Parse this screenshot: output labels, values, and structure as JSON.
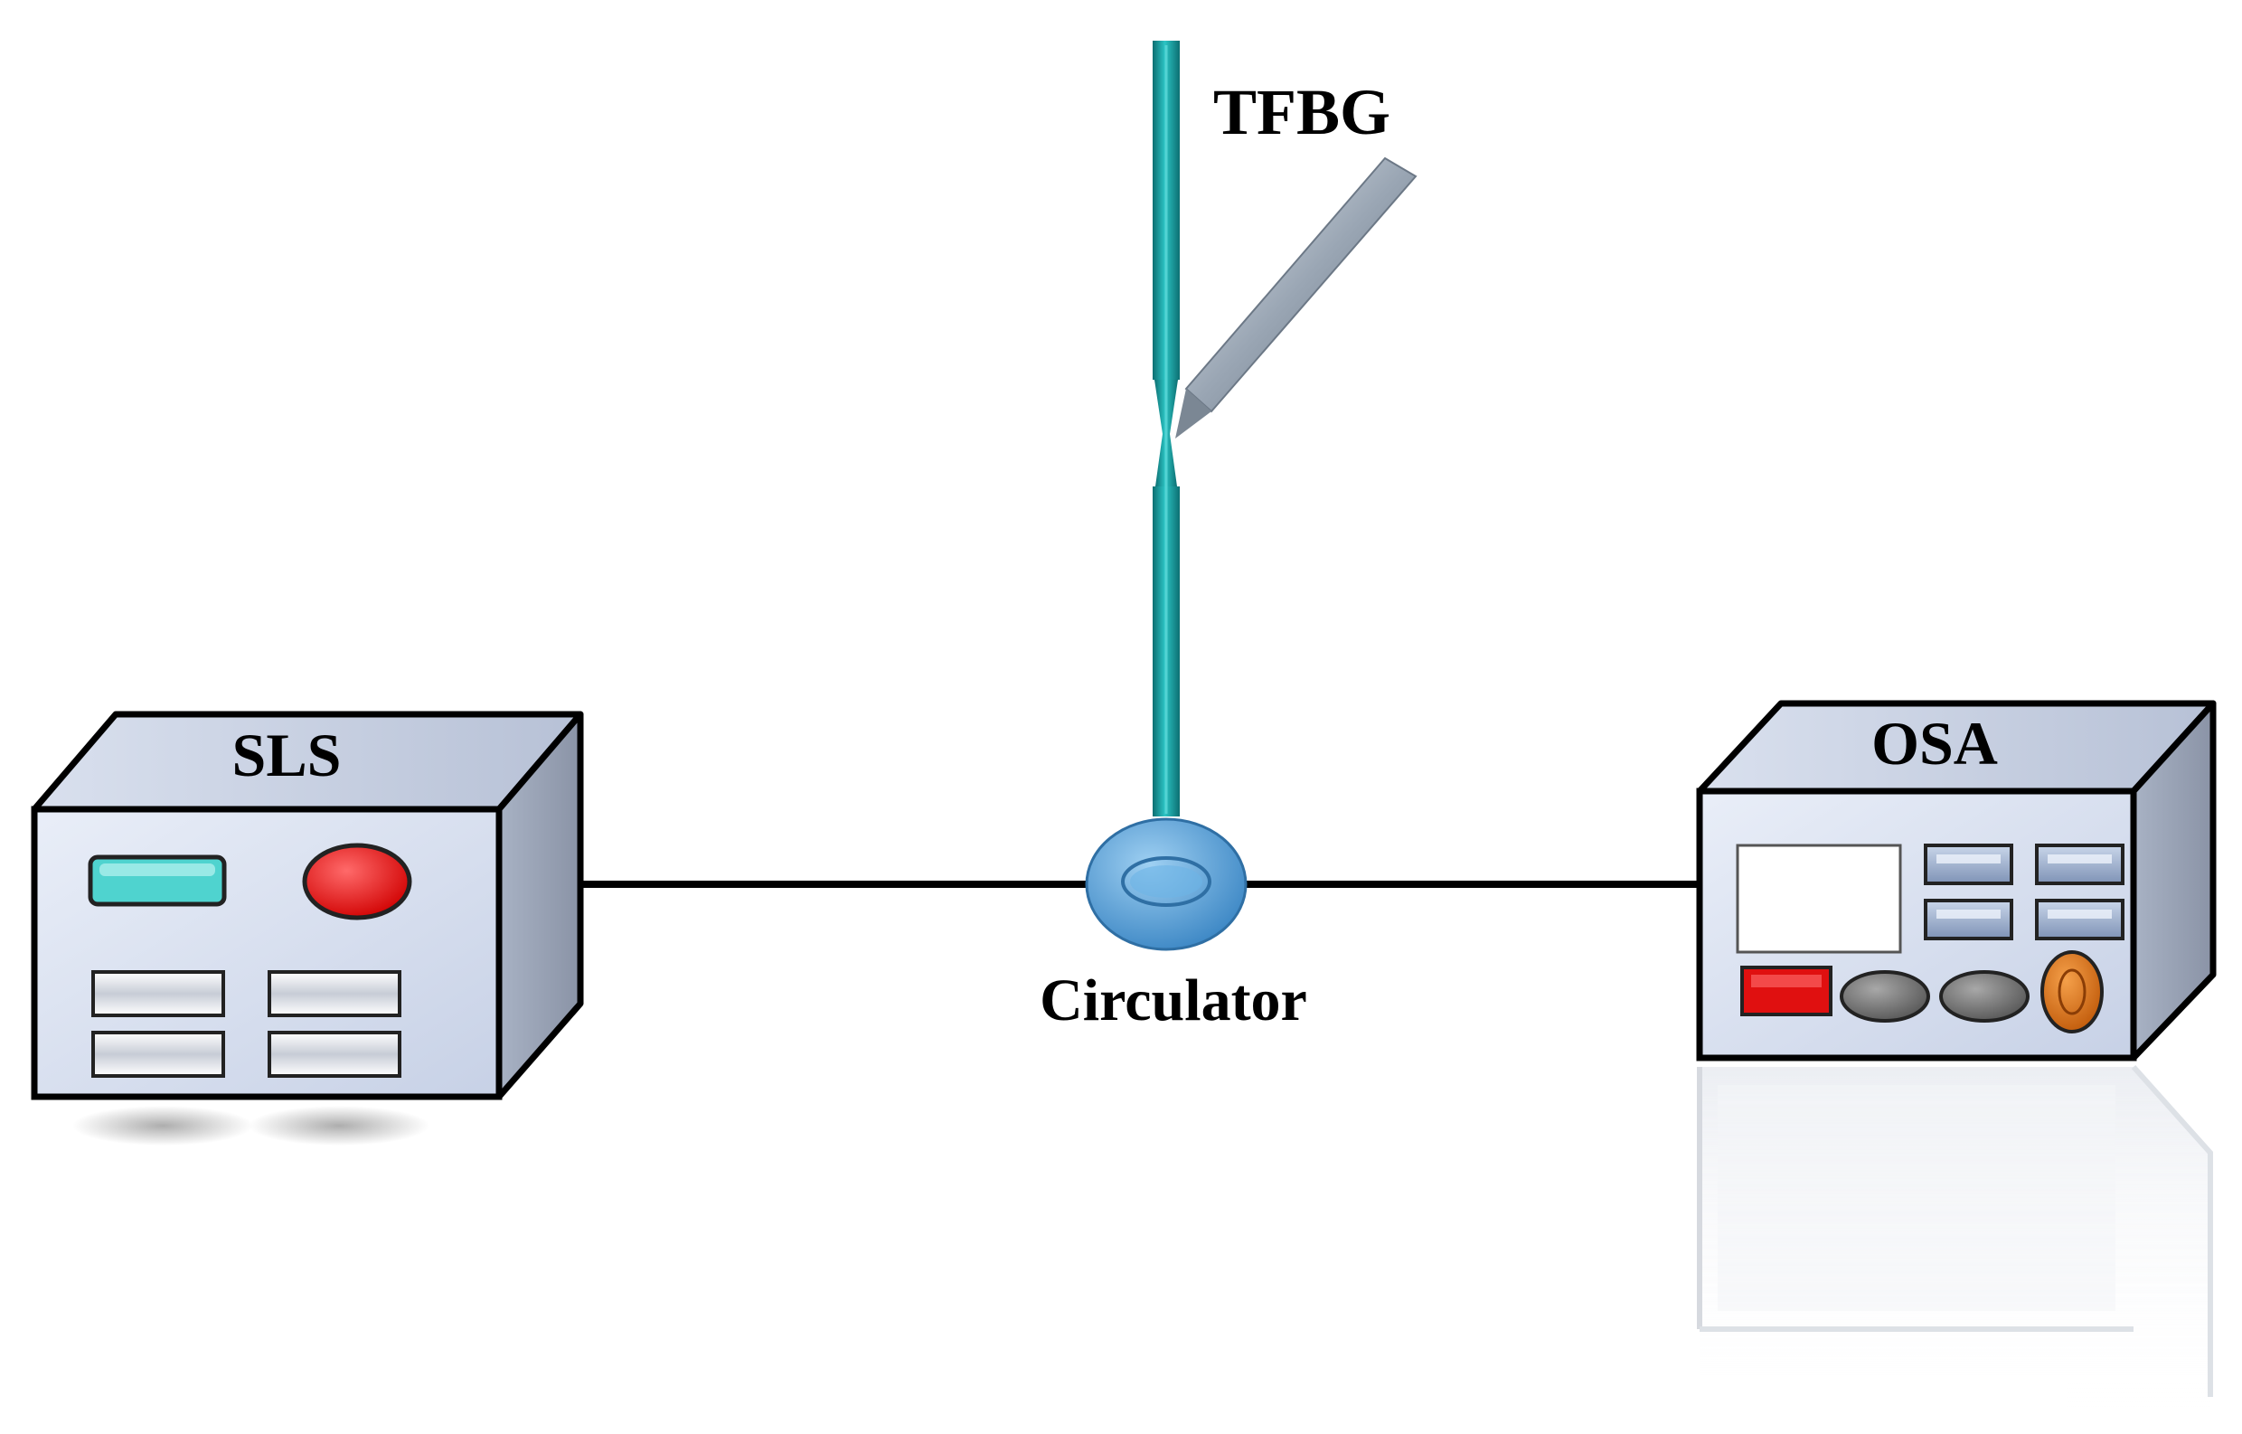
{
  "labels": {
    "tfbg": "TFBG",
    "sls": "SLS",
    "osa": "OSA",
    "circulator": "Circulator"
  },
  "colors": {
    "fiber": "#1aa6a6",
    "fiber_dark": "#0c6f72",
    "circulator": "#5aa6dc",
    "device_face": "#d6def0",
    "red_button": "#e01010",
    "cyan_indicator": "#4fd3cf",
    "orange_knob": "#e07a1a",
    "line": "#000000"
  },
  "icons": {
    "sls": "light-source-device-icon",
    "osa": "spectrum-analyzer-device-icon",
    "circulator": "optical-circulator-icon",
    "tfbg": "tilted-fiber-grating-icon"
  }
}
